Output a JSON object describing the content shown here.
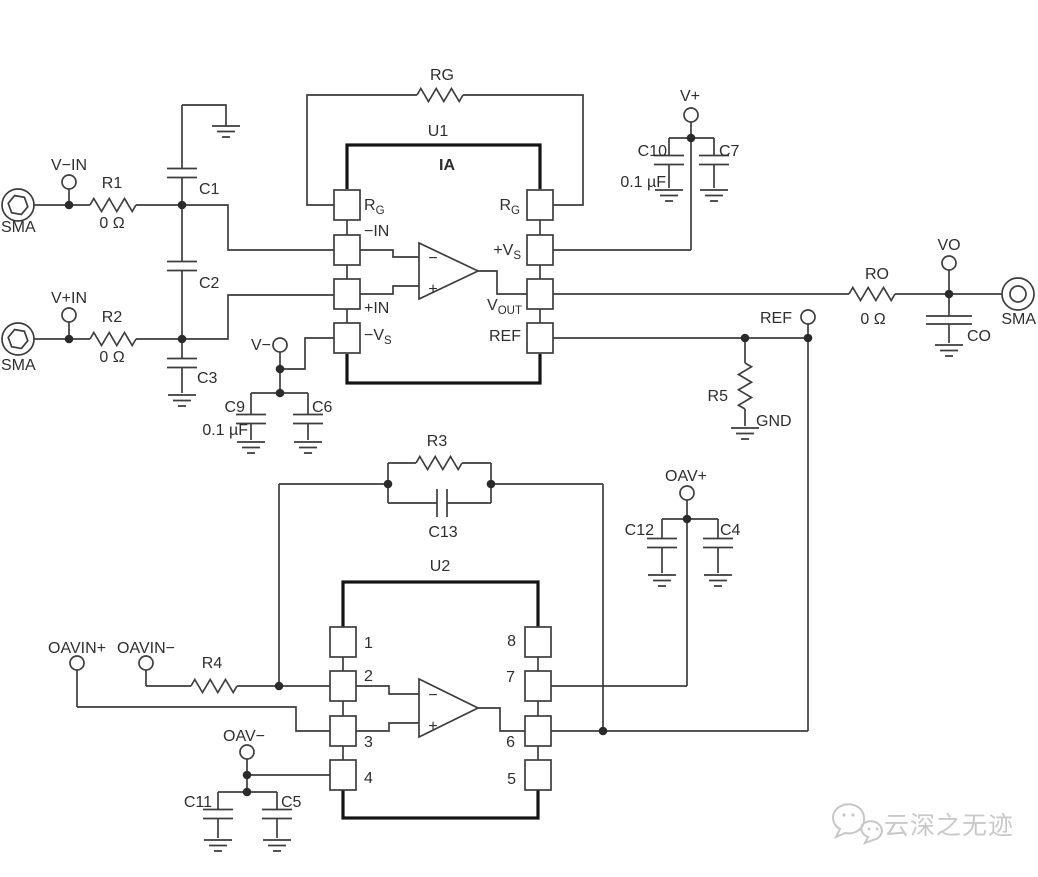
{
  "schematic": {
    "u1": {
      "designator": "U1",
      "device": "IA",
      "pin_rg_left": {
        "base": "R",
        "sub": "G"
      },
      "pin_neg_in": "−IN",
      "pin_pos_in": "+IN",
      "pin_neg_vs": {
        "base": "−V",
        "sub": "S"
      },
      "pin_rg_right": {
        "base": "R",
        "sub": "G"
      },
      "pin_pos_vs": {
        "base": "+V",
        "sub": "S"
      },
      "pin_vout": {
        "base": "V",
        "sub": "OUT"
      },
      "pin_ref": "REF",
      "opamp_minus": "−",
      "opamp_plus": "+"
    },
    "u2": {
      "designator": "U2",
      "pin1": "1",
      "pin2": "2",
      "pin3": "3",
      "pin4": "4",
      "pin5": "5",
      "pin6": "6",
      "pin7": "7",
      "pin8": "8",
      "opamp_minus": "−",
      "opamp_plus": "+"
    },
    "resistors": {
      "rg": "RG",
      "r1": "R1",
      "r1_value": "0 Ω",
      "r2": "R2",
      "r2_value": "0 Ω",
      "r3": "R3",
      "r4": "R4",
      "r5": "R5",
      "ro": "RO",
      "ro_value": "0 Ω"
    },
    "capacitors": {
      "c1": "C1",
      "c2": "C2",
      "c3": "C3",
      "c4": "C4",
      "c5": "C5",
      "c6": "C6",
      "c7": "C7",
      "c9": "C9",
      "c9_value": "0.1 µF",
      "c10": "C10",
      "c10_value": "0.1 µF",
      "c11": "C11",
      "c12": "C12",
      "c13": "C13",
      "co": "CO"
    },
    "ports": {
      "v_neg_in": "V−IN",
      "v_pos_in": "V+IN",
      "sma_left_top": "SMA",
      "sma_left_bottom": "SMA",
      "sma_right": "SMA",
      "v_plus": "V+",
      "v_minus": "V−",
      "vo": "VO",
      "ref": "REF",
      "gnd": "GND",
      "oav_plus": "OAV+",
      "oav_minus": "OAV−",
      "oavin_plus": "OAVIN+",
      "oavin_minus": "OAVIN−"
    }
  },
  "watermark": {
    "text": "云深之无迹",
    "icon": "wechat-icon"
  },
  "colors": {
    "background": "#ffffff",
    "wire": "#3d3d3d",
    "ic_outline": "#141414",
    "text": "#2e2e2e",
    "watermark": "#c9c9c9"
  }
}
